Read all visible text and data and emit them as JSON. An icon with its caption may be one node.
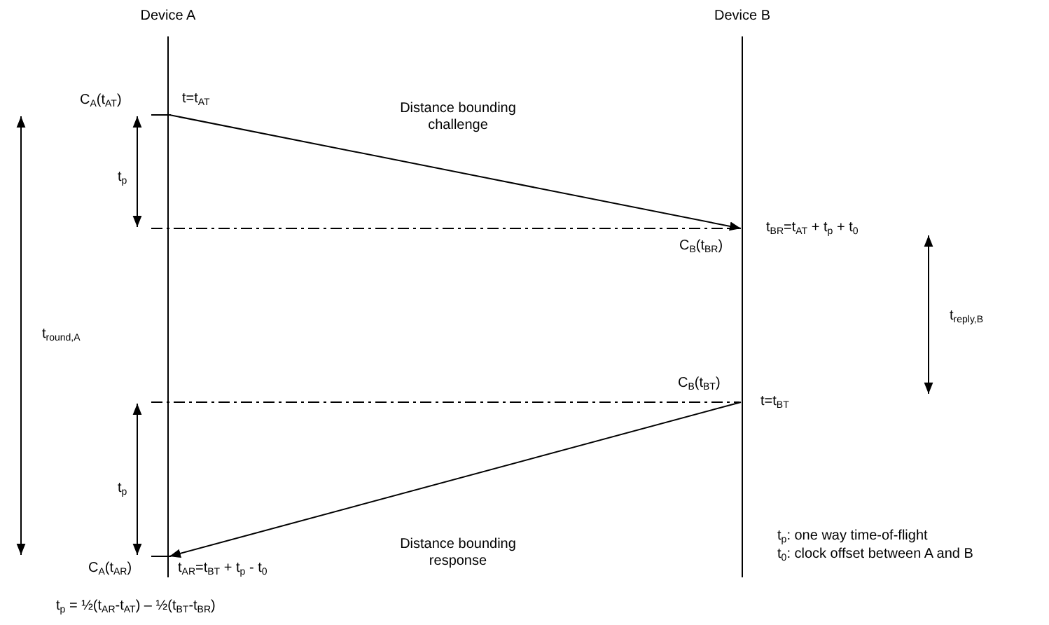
{
  "diagram": {
    "nodes": [
      {
        "text": [
          "Device A"
        ]
      },
      {
        "text": [
          "Device B"
        ]
      }
    ],
    "edges": [
      {
        "from": 0,
        "to": 1,
        "arrow": "to",
        "label": "Distance bounding challenge"
      },
      {
        "from": 1,
        "to": 0,
        "arrow": "to",
        "label": "Distance bounding response"
      }
    ],
    "labels": [
      "C$_{A}$(t$_{AT}$)",
      "t=t$_{AT}$",
      "t$_{p}$",
      "C$_{B}$(t$_{BR}$)",
      "t$_{BR}$=t$_{AT}$ + t$_{p}$ + t$_{0}$",
      "t$_{round,A}$",
      "t$_{reply,B}$",
      "C$_{B}$(t$_{BT}$)",
      "t=t$_{BT}$",
      "t$_{p}$",
      "C$_{A}$(t$_{AR}$)",
      "t$_{AR}$=t$_{BT}$ + t$_{p}$ - t$_{0}$",
      "t$_{p}$: one way time-of-flight",
      "t$_{0}$: clock offset between A and B",
      "t$_{p}$ = ½(t$_{AR}$-t$_{AT}$) – ½(t$_{BT}$-t$_{BR}$)"
    ]
  }
}
